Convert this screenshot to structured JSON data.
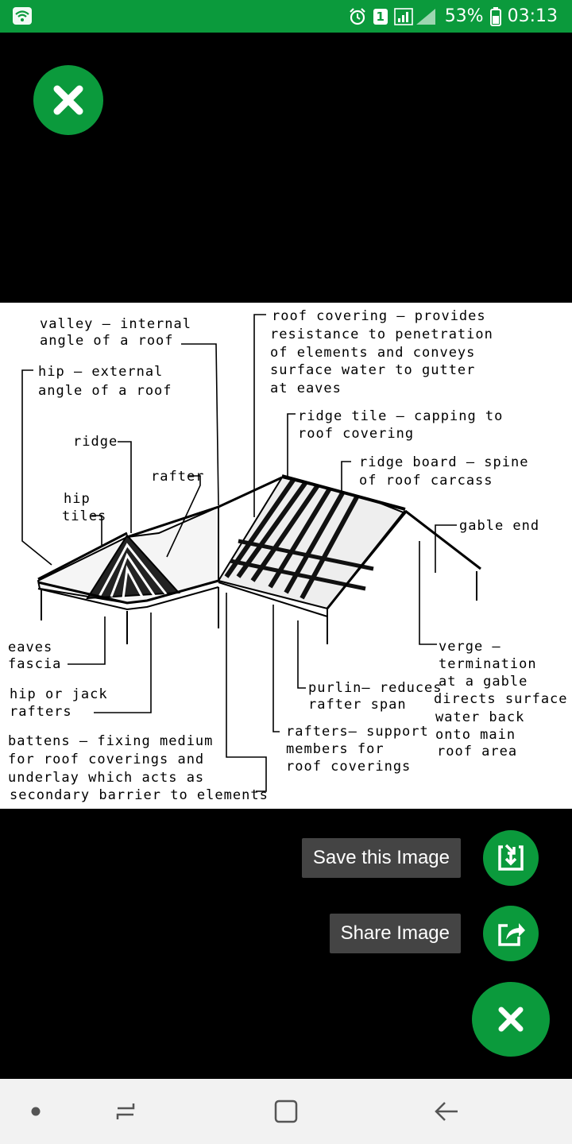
{
  "status_bar": {
    "battery_percent": "53%",
    "time": "03:13",
    "sim_slot": "1",
    "icons": [
      "wifi-icon",
      "alarm-icon",
      "sim-icon",
      "signal-icon",
      "battery-icon"
    ]
  },
  "viewer": {
    "close_icon": "close-icon",
    "diagram_labels": {
      "valley": [
        "valley – internal",
        "angle of a roof"
      ],
      "hip": [
        "hip – external",
        "angle of a roof"
      ],
      "ridge": "ridge",
      "rafter": "rafter",
      "hip_tiles": [
        "hip",
        "tiles"
      ],
      "roof_covering": [
        "roof covering – provides",
        "resistance to penetration",
        "of elements and conveys",
        "surface water to gutter",
        "at eaves"
      ],
      "ridge_tile": [
        "ridge tile – capping to",
        "roof covering"
      ],
      "ridge_board": [
        "ridge board – spine",
        "of roof carcass"
      ],
      "gable_end": "gable end",
      "eaves_fascia": [
        "eaves",
        "fascia"
      ],
      "hip_jack": [
        "hip or jack",
        "rafters"
      ],
      "verge": [
        "verge –",
        "termination",
        "at a gable",
        "directs surface",
        "water back",
        "onto main",
        "roof area"
      ],
      "purlin": [
        "purlin– reduces",
        "rafter span"
      ],
      "rafters_support": [
        "rafters– support",
        "members for",
        "roof coverings"
      ],
      "battens": [
        "battens – fixing medium",
        "for roof coverings and",
        "underlay which acts as",
        "secondary barrier to elements"
      ]
    }
  },
  "actions": {
    "save_label": "Save this Image",
    "share_label": "Share Image",
    "save_icon": "save-icon",
    "share_icon": "share-icon"
  },
  "fab": {
    "icon": "close-icon"
  },
  "colors": {
    "accent": "#0b9a3c",
    "label_bg": "#444444",
    "nav_bg": "#f2f2f2"
  },
  "nav_bar": {
    "icons": [
      "dot-icon",
      "recent-apps-icon",
      "home-icon",
      "back-icon"
    ]
  }
}
